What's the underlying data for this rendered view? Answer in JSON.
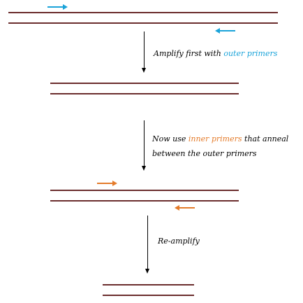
{
  "colors": {
    "strand": "#6b2d2d",
    "outer_primer": "#1aa3d9",
    "inner_primer": "#e47b2a",
    "arrow": "#000000"
  },
  "step1": {
    "text_before": "Amplify first with ",
    "highlight": "outer primers",
    "text_after": ""
  },
  "step2": {
    "line1_before": "Now use ",
    "line1_highlight": "inner primers",
    "line1_after": " that anneal",
    "line2": "between the outer primers"
  },
  "step3": {
    "text": "Re-amplify"
  }
}
